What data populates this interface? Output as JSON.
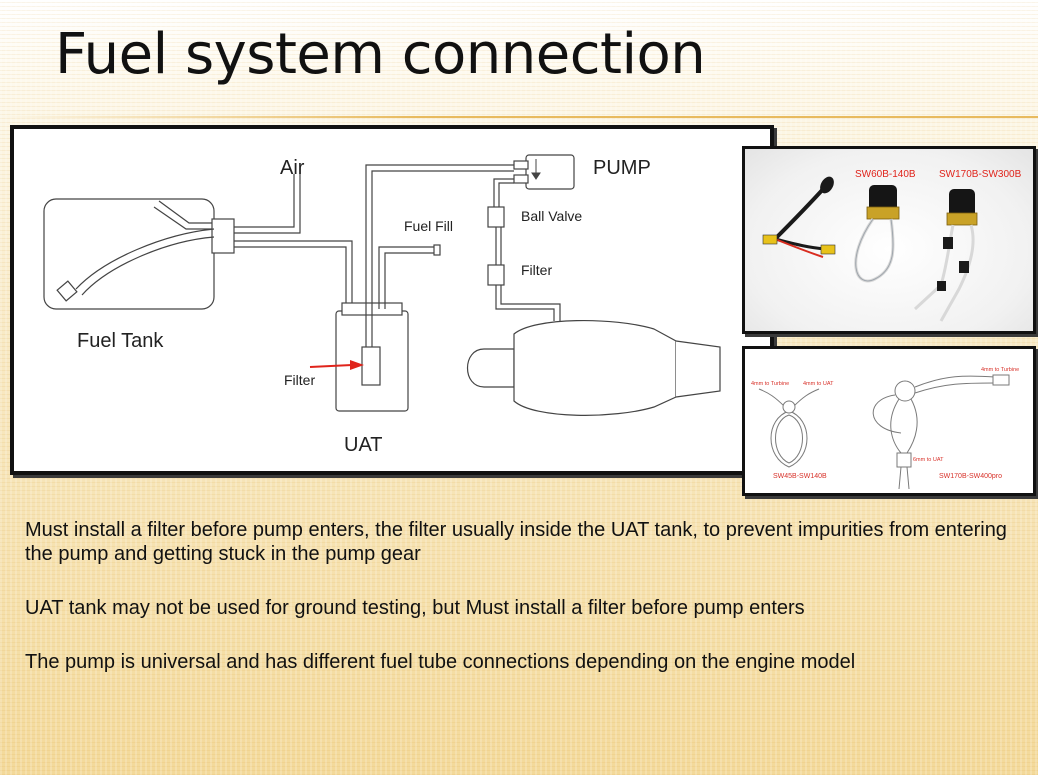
{
  "title": "Fuel system connection",
  "diagram": {
    "labels": {
      "air": "Air",
      "pump": "PUMP",
      "fuel_fill": "Fuel Fill",
      "ball_valve": "Ball Valve",
      "filter_upper": "Filter",
      "fuel_tank": "Fuel Tank",
      "filter_lower": "Filter",
      "uat": "UAT"
    }
  },
  "photo": {
    "labels": {
      "model_a": "SW60B-140B",
      "model_b": "SW170B-SW300B"
    }
  },
  "tubes": {
    "labels": {
      "left_to_turbine": "4mm to Turbine",
      "left_to_uat": "4mm to UAT",
      "left_model": "SW45B-SW140B",
      "right_to_turbine": "4mm to Turbine",
      "right_to_uat": "6mm to UAT",
      "right_model": "SW170B-SW400pro"
    }
  },
  "notes": [
    "Must install a filter before pump enters, the filter usually inside the UAT tank, to prevent impurities from entering the pump and getting stuck in the pump gear",
    "UAT tank may not be used for ground testing, but Must install a filter before pump enters",
    "The pump is universal and has different fuel tube connections depending on the engine model"
  ],
  "colors": {
    "arrow_red": "#e0241b",
    "connector_brass": "#c9a227",
    "connector_yellow": "#e8c21a"
  }
}
